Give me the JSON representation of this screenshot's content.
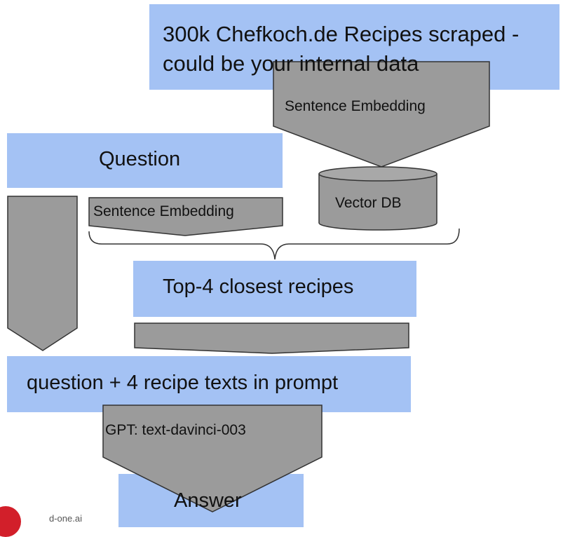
{
  "diagram": {
    "source_box": {
      "line1": "300k Chefkoch.de Recipes scraped -",
      "line2": "could be your internal data"
    },
    "source_embedding_label": "Sentence Embedding",
    "vector_db_label": "Vector DB",
    "question_label": "Question",
    "question_embedding_label": "Sentence Embedding",
    "top4_label": "Top-4 closest recipes",
    "prompt_label": "question + 4 recipe texts in prompt",
    "llm_label": "GPT: text-davinci-003",
    "answer_label": "Answer"
  },
  "branding": {
    "logo_text": "d-one.ai",
    "logo_color": "#d21f2a"
  },
  "colors": {
    "box_fill": "#a4c2f4",
    "arrow_fill": "#9b9b9b",
    "arrow_stroke": "#333333"
  }
}
